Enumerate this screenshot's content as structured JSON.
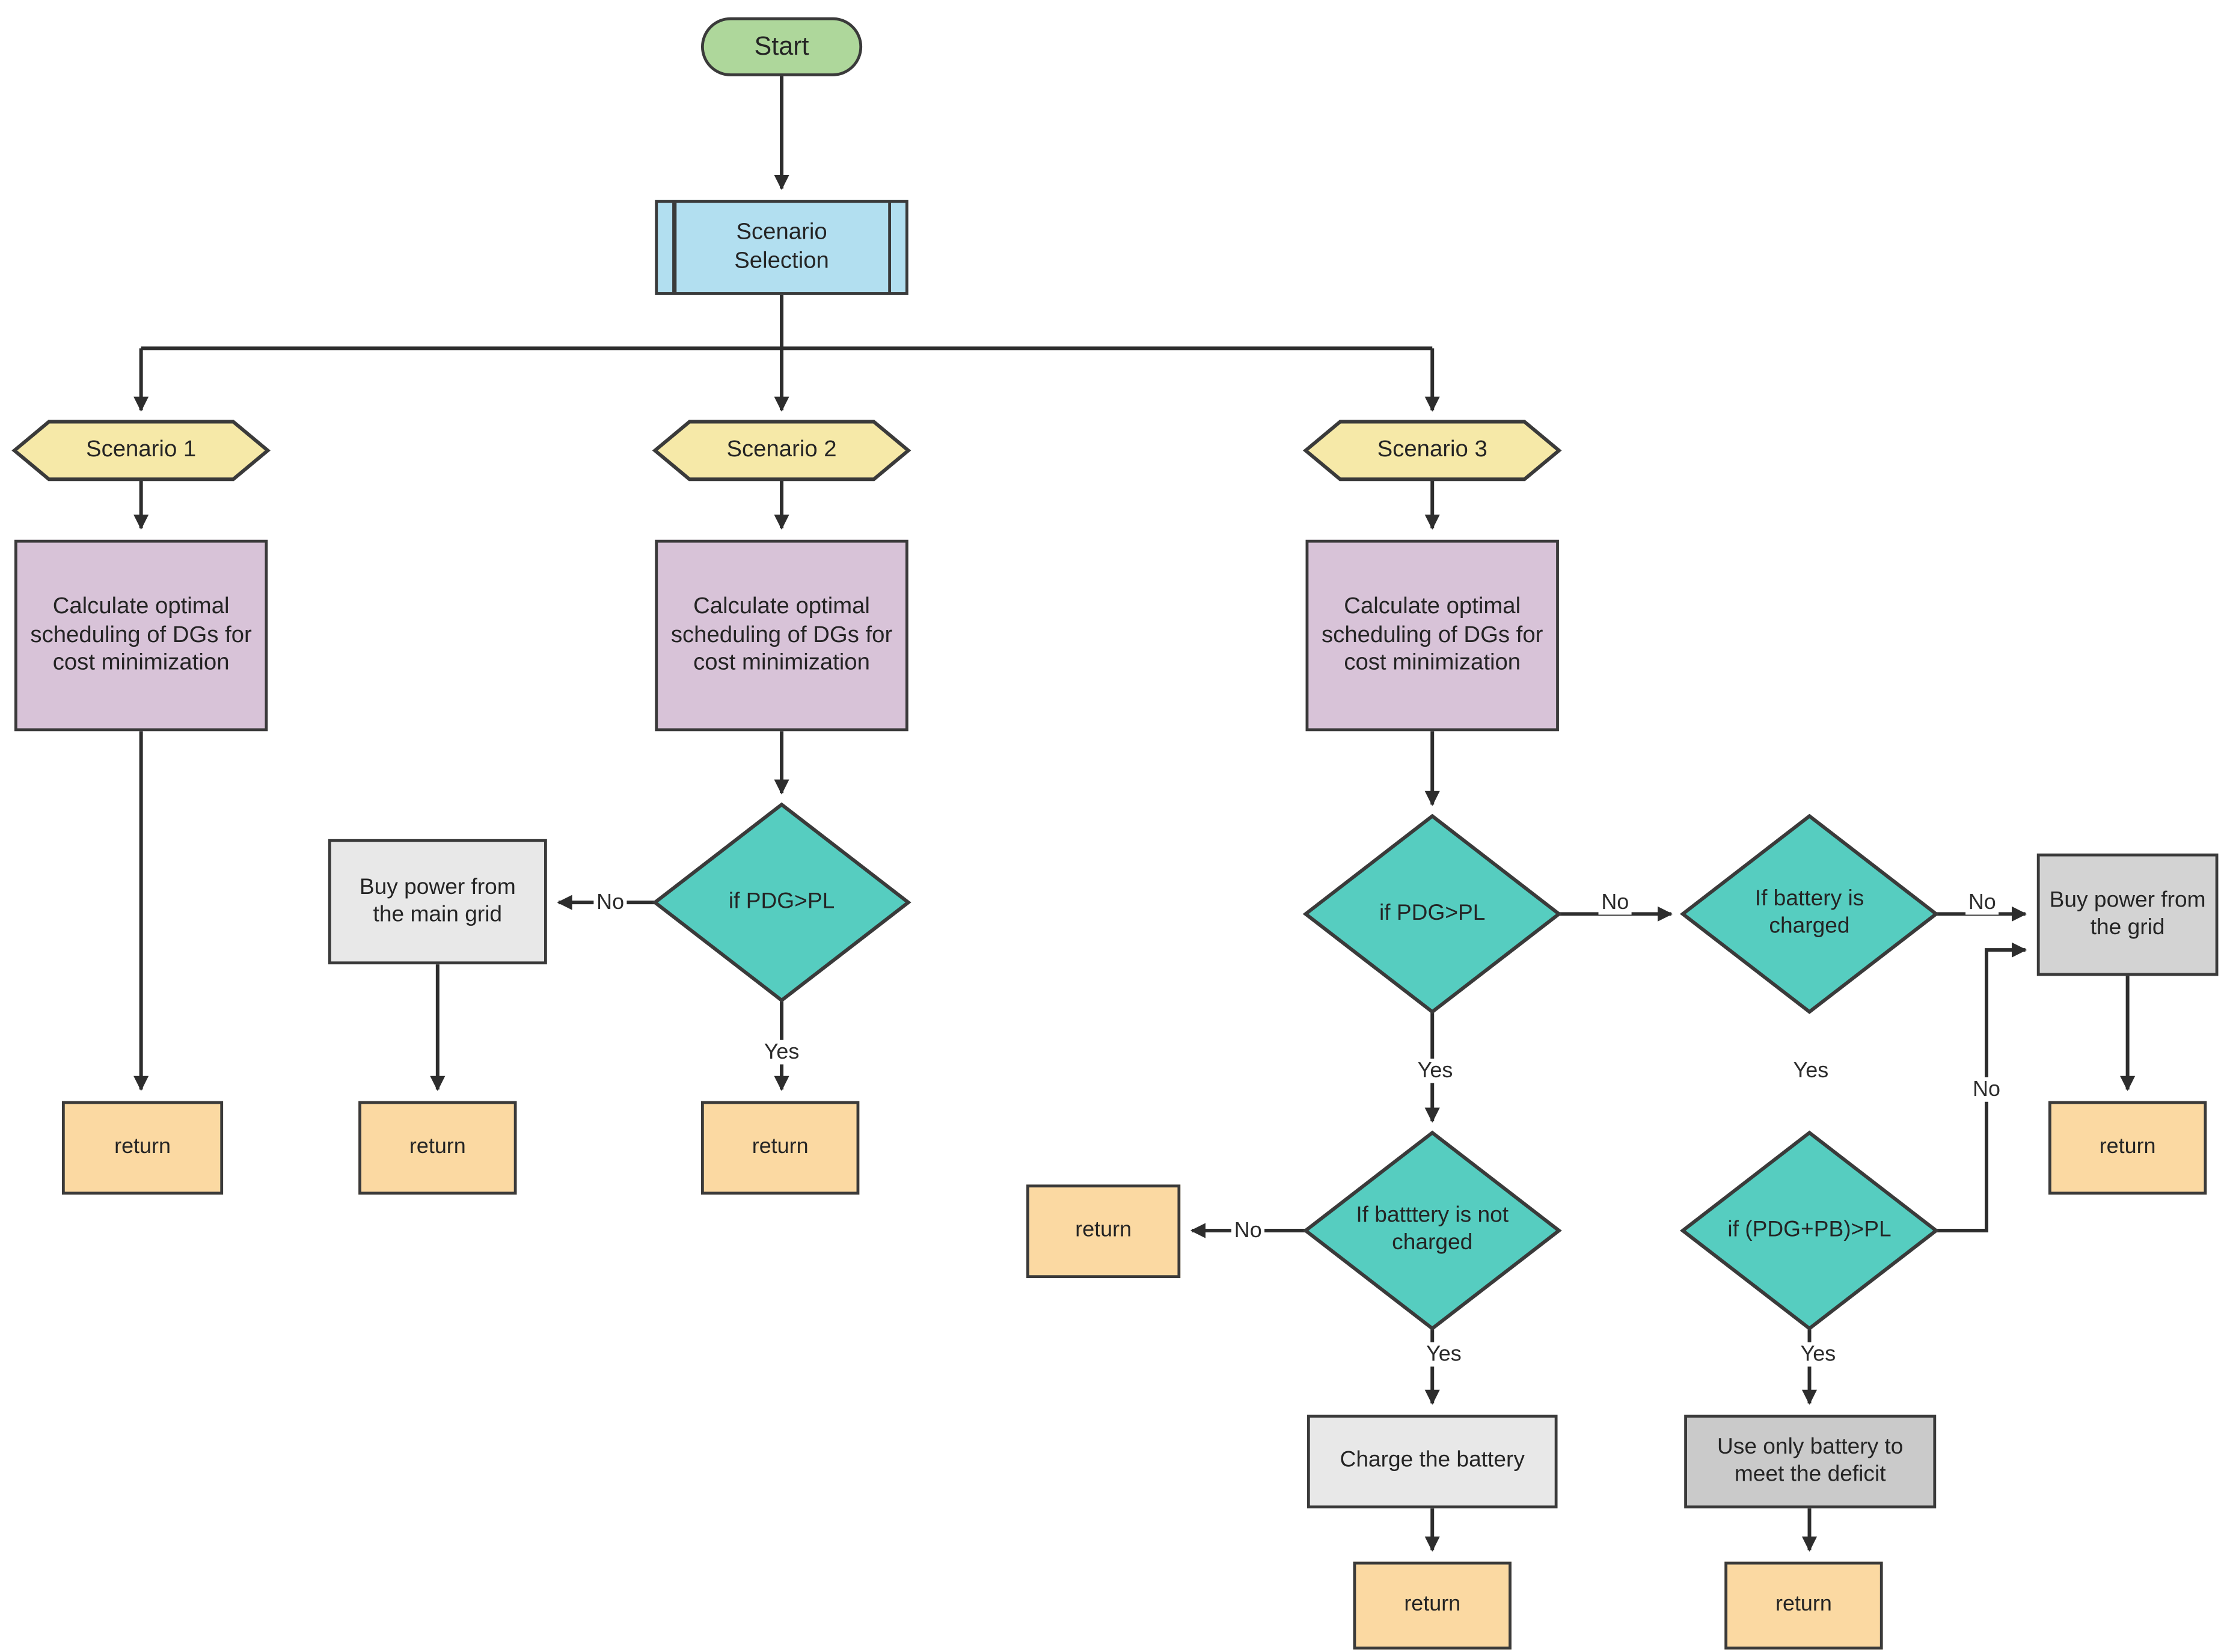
{
  "colors": {
    "terminal_green": "#aed79b",
    "predefined_blue": "#b2dff0",
    "scenario_yellow": "#f6e9a8",
    "calculate_mauve": "#d8c3d8",
    "decision_teal": "#56cdc0",
    "process_gray_light": "#e8e8e8",
    "process_gray_mid": "#d3d3d3",
    "process_gray_dark": "#cacaca",
    "return_orange": "#fbd9a2",
    "outline_dark": "#3a3a3a",
    "connector_dark": "#2d2d2d"
  },
  "flow": {
    "start": "Start",
    "scenario_selection": "Scenario Selection",
    "calculate": "Calculate optimal scheduling of DGs for cost minimization",
    "return": "return",
    "yes": "Yes",
    "no": "No",
    "scenario1": {
      "title": "Scenario 1"
    },
    "scenario2": {
      "title": "Scenario 2",
      "decision_pdg": "if PDG>PL",
      "buy_main_grid": "Buy power from the main grid"
    },
    "scenario3": {
      "title": "Scenario 3",
      "decision_pdg": "if PDG>PL",
      "decision_battery_charged": "If battery is charged",
      "decision_battery_not_charged": "If batttery is not charged",
      "decision_pdg_pb": "if (PDG+PB)>PL",
      "buy_grid": "Buy power from the grid",
      "charge_battery": "Charge the battery",
      "use_battery": "Use only battery to meet the deficit"
    }
  }
}
